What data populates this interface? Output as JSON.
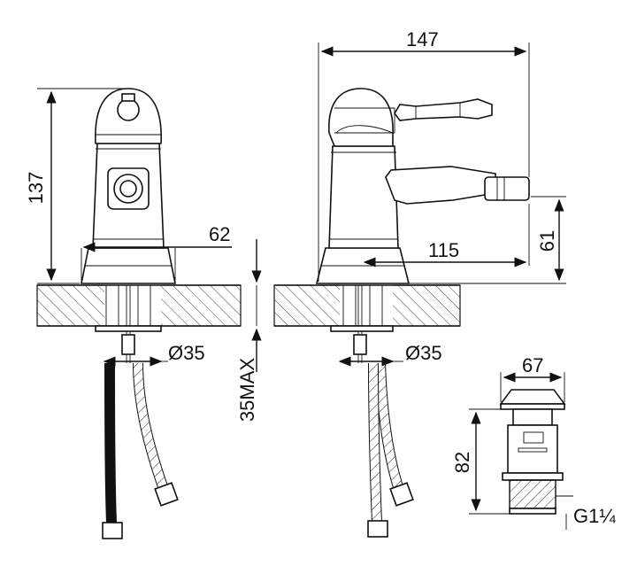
{
  "dimensions": {
    "height_total": "137",
    "base_width": "62",
    "depth_total": "147",
    "spout_reach": "115",
    "spout_height": "61",
    "hole_diameter_left": "Ø35",
    "hole_diameter_right": "Ø35",
    "counter_thickness": "35MAX",
    "drain_width": "67",
    "drain_height": "82",
    "drain_thread": "G1¼"
  }
}
